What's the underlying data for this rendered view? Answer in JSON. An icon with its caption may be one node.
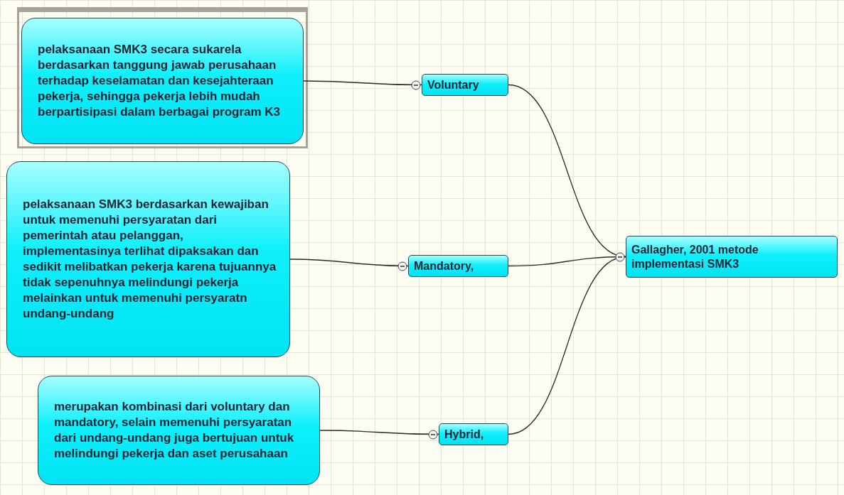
{
  "diagram": {
    "nodes": [
      {
        "text": [
          "Gallagher, 2001 metode implementasi SMK3"
        ]
      },
      {
        "text": [
          "Voluntary"
        ]
      },
      {
        "text": [
          "Mandatory,"
        ]
      },
      {
        "text": [
          "Hybrid,"
        ]
      },
      {
        "text": [
          "pelaksanaan SMK3 secara sukarela berdasarkan tanggung jawab perusahaan terhadap keselamatan dan kesejahteraan pekerja, sehingga pekerja lebih mudah berpartisipasi dalam berbagai program K3"
        ]
      },
      {
        "text": [
          "pelaksanaan SMK3 berdasarkan kewajiban untuk memenuhi persyaratan dari pemerintah atau pelanggan, implementasinya terlihat dipaksakan dan sedikit melibatkan pekerja karena tujuannya tidak sepenuhnya melindungi pekerja melainkan untuk memenuhi persyaratn undang-undang"
        ]
      },
      {
        "text": [
          "merupakan kombinasi dari voluntary dan mandatory, selain memenuhi persyaratan dari undang-undang juga bertujuan untuk melindungi pekerja dan aset perusahaan"
        ]
      }
    ],
    "edges": [
      {
        "from": 0,
        "to": 1,
        "arrow": "none"
      },
      {
        "from": 0,
        "to": 2,
        "arrow": "none"
      },
      {
        "from": 0,
        "to": 3,
        "arrow": "none"
      },
      {
        "from": 1,
        "to": 4,
        "arrow": "none"
      },
      {
        "from": 2,
        "to": 5,
        "arrow": "none"
      },
      {
        "from": 3,
        "to": 6,
        "arrow": "none"
      }
    ]
  }
}
